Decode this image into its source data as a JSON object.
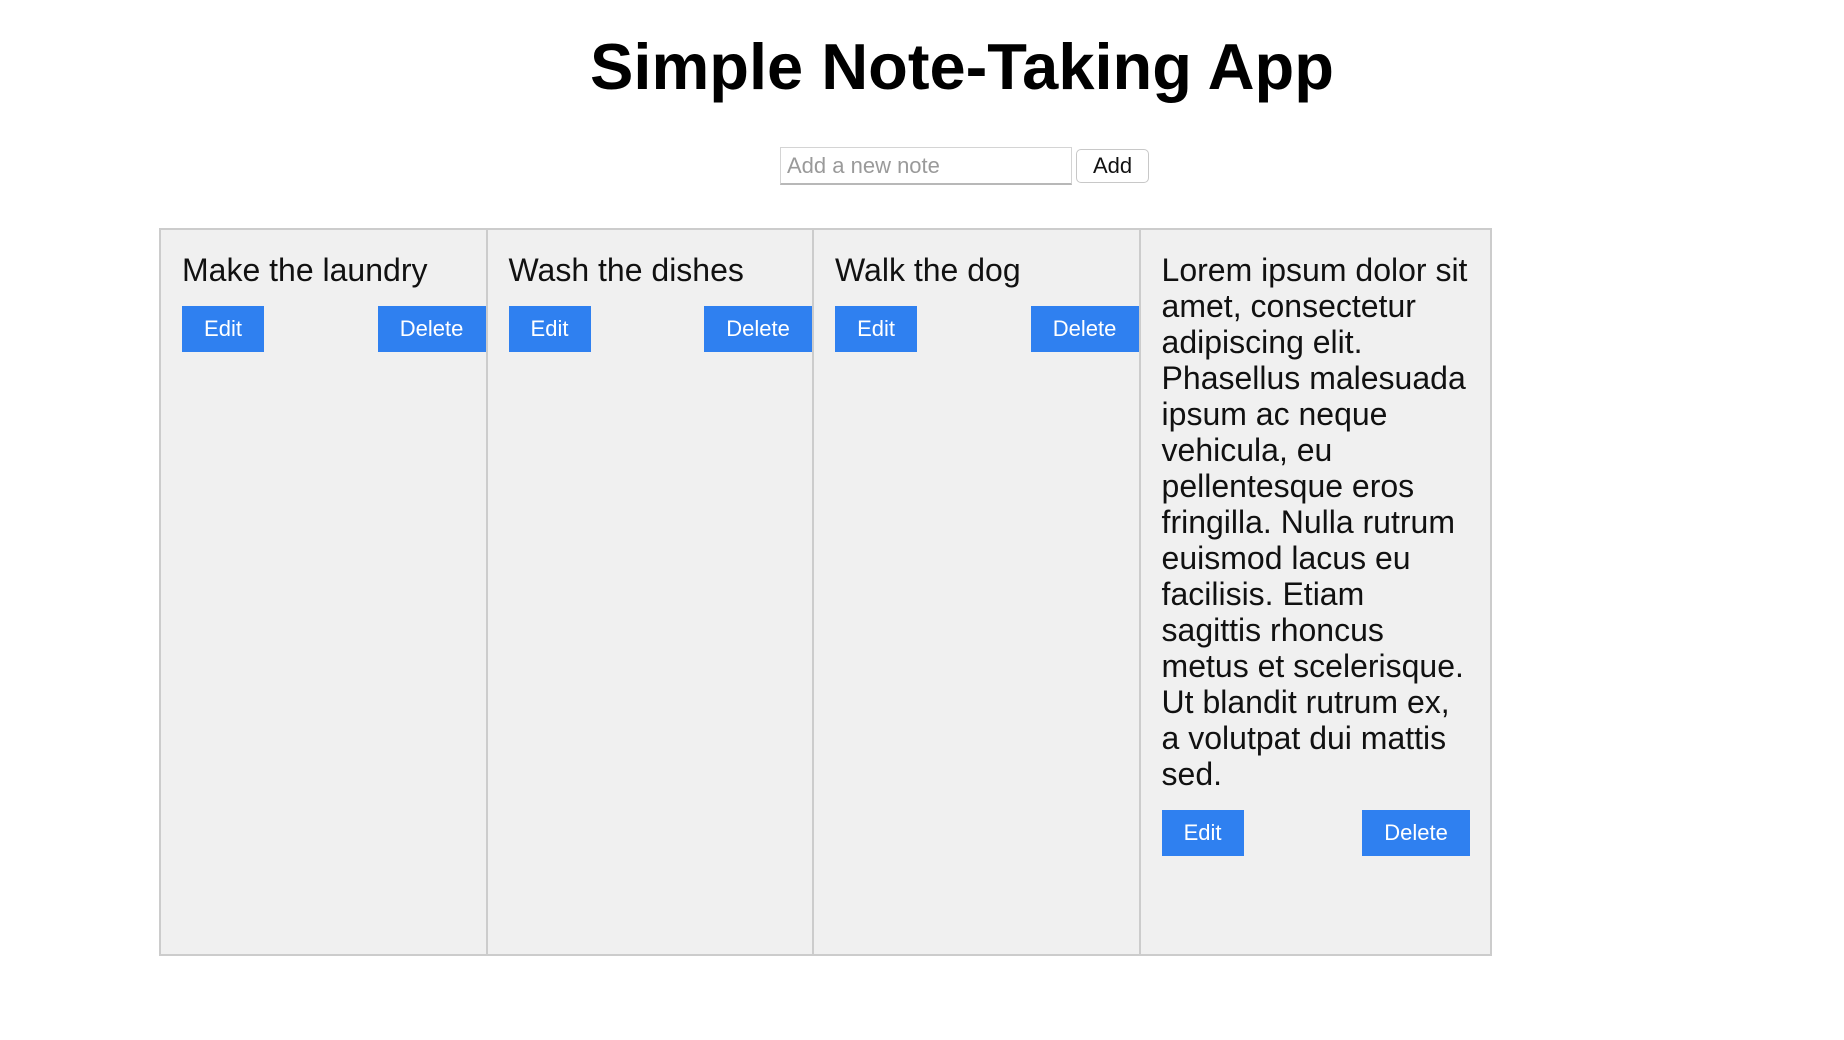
{
  "app": {
    "title": "Simple Note-Taking App"
  },
  "add_form": {
    "placeholder": "Add a new note",
    "value": "",
    "add_label": "Add"
  },
  "notes": [
    {
      "text": "Make the laundry",
      "edit_label": "Edit",
      "delete_label": "Delete"
    },
    {
      "text": "Wash the dishes",
      "edit_label": "Edit",
      "delete_label": "Delete"
    },
    {
      "text": "Walk the dog",
      "edit_label": "Edit",
      "delete_label": "Delete"
    },
    {
      "text": "Lorem ipsum dolor sit amet, consectetur adipiscing elit. Phasellus malesuada ipsum ac neque vehicula, eu pellentesque eros fringilla. Nulla rutrum euismod lacus eu facilisis. Etiam sagittis rhoncus metus et scelerisque. Ut blandit rutrum ex, a volutpat dui mattis sed.",
      "edit_label": "Edit",
      "delete_label": "Delete"
    }
  ],
  "colors": {
    "button_blue": "#2f80f0",
    "card_background": "#f0f0f0",
    "border": "#cccccc"
  }
}
